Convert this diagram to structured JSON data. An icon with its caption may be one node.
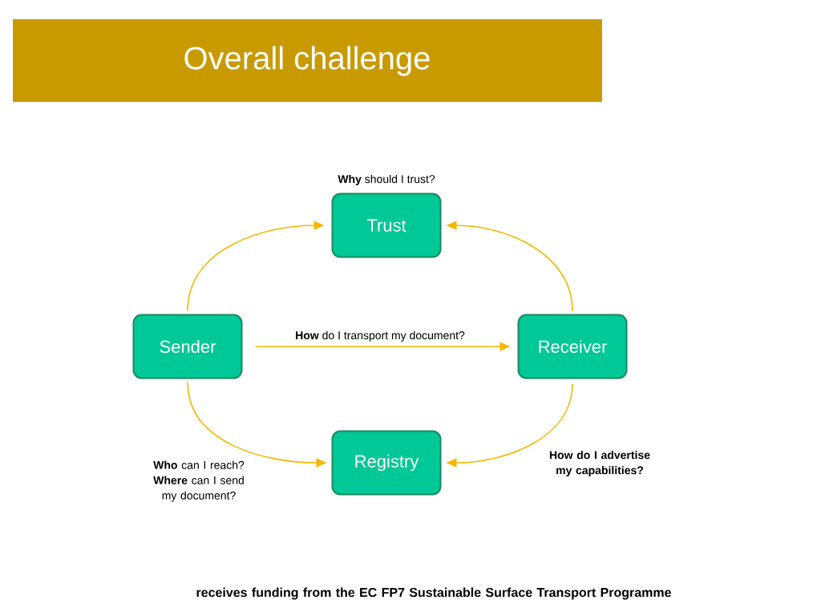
{
  "diagram": {
    "title": "Overall challenge",
    "nodes": [
      {
        "text": [
          "Trust"
        ],
        "beside": [
          "**Why** should I trust?"
        ]
      },
      {
        "text": [
          "Sender"
        ]
      },
      {
        "text": [
          "Receiver"
        ]
      },
      {
        "text": [
          "Registry"
        ]
      }
    ],
    "edges": [
      {
        "from": 1,
        "to": 0,
        "arrow": "to"
      },
      {
        "from": 2,
        "to": 0,
        "arrow": "to"
      },
      {
        "from": 1,
        "to": 2,
        "arrow": "to",
        "label": "**How** do I transport my document?"
      },
      {
        "from": 1,
        "to": 3,
        "arrow": "to"
      },
      {
        "from": 2,
        "to": 3,
        "arrow": "to"
      }
    ],
    "labels": [
      "**Who** can I reach? **Where** can I send my document?",
      "How do I advertise my capabilities?",
      "receives funding from the EC FP7 Sustainable Surface Transport Programme"
    ]
  }
}
